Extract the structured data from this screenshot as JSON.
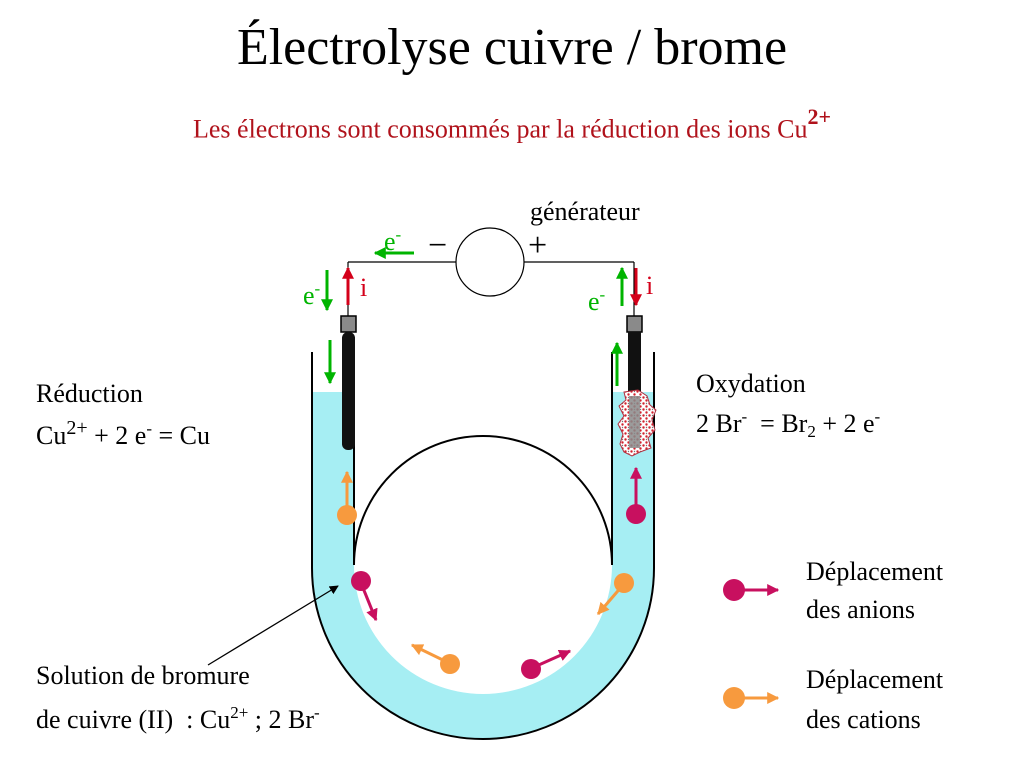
{
  "title": "Électrolyse cuivre / brome",
  "subtitle": {
    "text": "Les électrons sont consommés par la réduction des ions Cu",
    "superscript": "2+"
  },
  "generator": {
    "label": "générateur",
    "minus": "−",
    "plus": "+"
  },
  "circuit_labels": {
    "electron": "e",
    "electron_charge": "-",
    "current": "i"
  },
  "reduction": {
    "title": "Réduction",
    "species": "Cu",
    "species_charge": "2+",
    "rest": " + 2 e",
    "electron_charge": "-",
    "product": " = Cu"
  },
  "oxidation": {
    "title": "Oxydation",
    "part1": "2 Br",
    "part1_charge": "-",
    "part2": "  = Br",
    "part2_sub": "2",
    "part3": " + 2 e",
    "part3_charge": "-"
  },
  "solution": {
    "line1": "Solution de bromure",
    "line2": "de cuivre (II)  : Cu",
    "line2_charge": "2+",
    "line2_rest": " ; 2 Br",
    "line2_rest_charge": "-"
  },
  "legend": [
    {
      "line1": "Déplacement",
      "line2": "des anions"
    },
    {
      "line1": "Déplacement",
      "line2": "des cations"
    }
  ],
  "colors": {
    "electrolyte": "#a6eef3",
    "anion": "#c8105f",
    "cation": "#f79a3e",
    "electron_arrow": "#00b400",
    "current_arrow": "#d4001a",
    "subtitle": "#b0121b"
  }
}
